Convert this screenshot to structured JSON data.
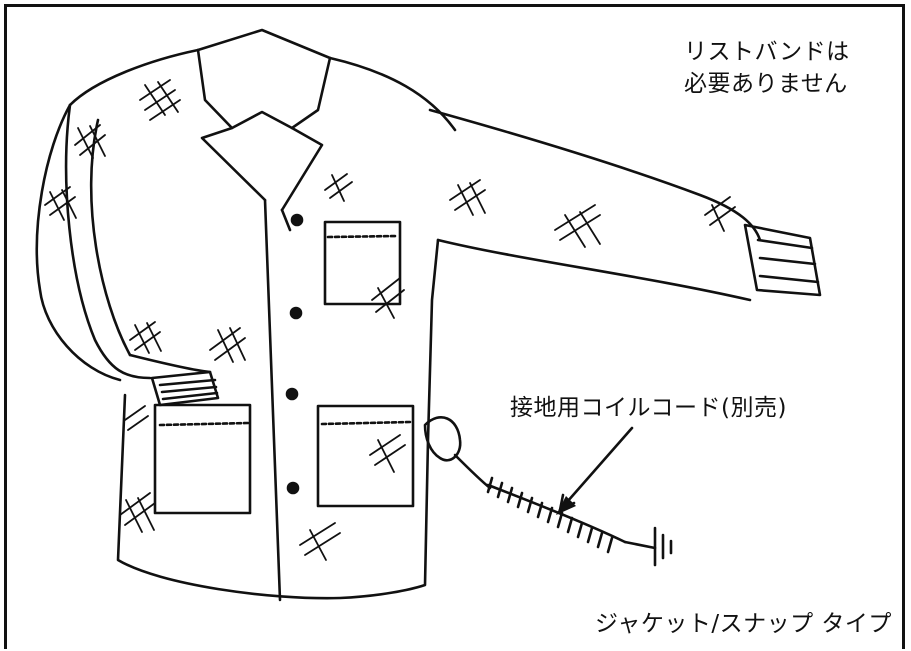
{
  "labels": {
    "wristband_note_line1": "リストバンドは",
    "wristband_note_line2": "必要ありません",
    "cord": "接地用コイルコード(別売)",
    "type": "ジャケット/スナップ タイプ"
  }
}
